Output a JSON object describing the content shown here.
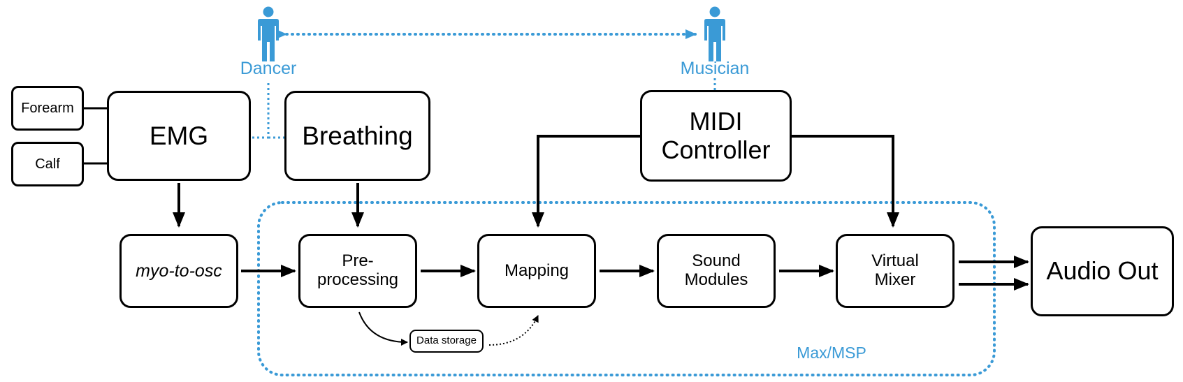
{
  "people": {
    "dancer": "Dancer",
    "musician": "Musician"
  },
  "inputs": {
    "forearm": "Forearm",
    "calf": "Calf",
    "emg": "EMG",
    "breathing": "Breathing",
    "midi_controller": "MIDI\nController"
  },
  "pipeline": {
    "myo_to_osc": "myo-to-osc",
    "preprocessing": "Pre-\nprocessing",
    "mapping": "Mapping",
    "sound_modules": "Sound\nModules",
    "virtual_mixer": "Virtual\nMixer",
    "audio_out": "Audio Out",
    "data_storage": "Data storage"
  },
  "region_label": "Max/MSP",
  "colors": {
    "accent": "#3a9ad6",
    "stroke": "#000000"
  }
}
